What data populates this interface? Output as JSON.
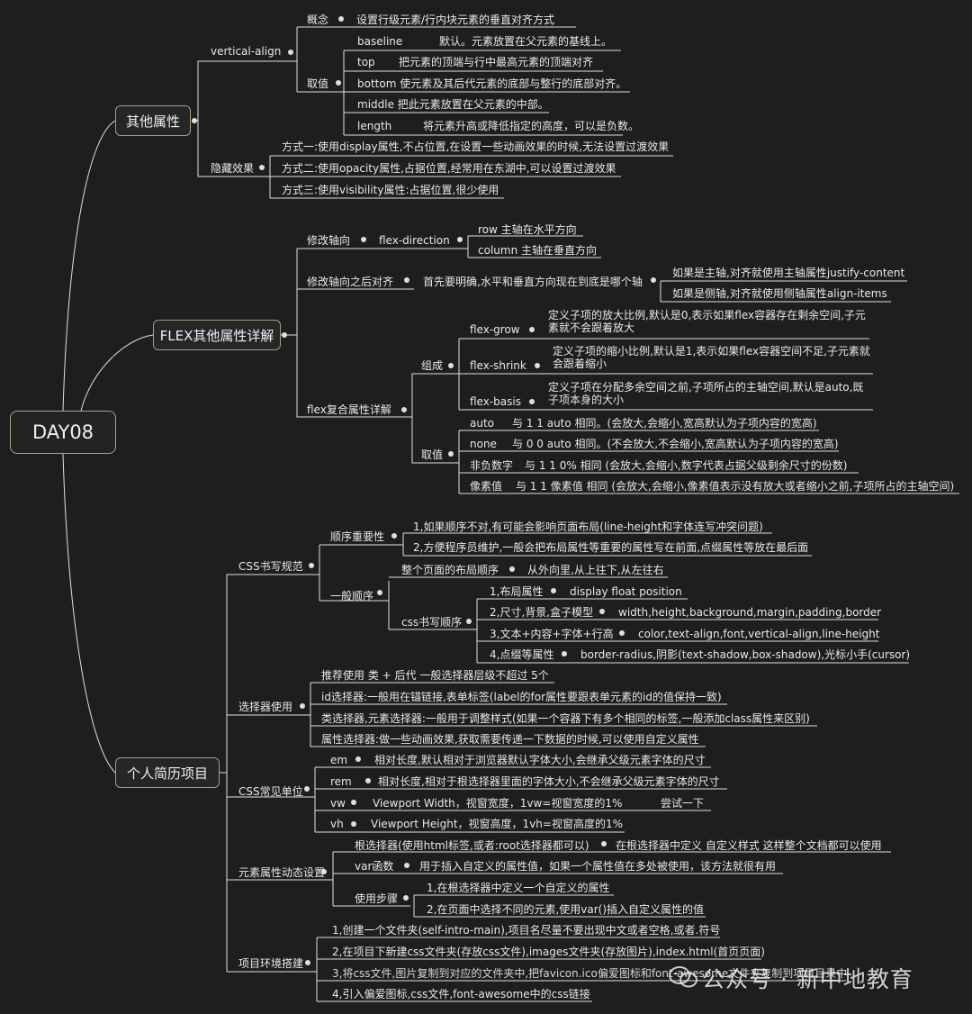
{
  "root": "DAY08",
  "branches": {
    "other": "其他属性",
    "flex": "FLEX其他属性详解",
    "resume": "个人简历项目"
  },
  "other": {
    "va": "vertical-align",
    "concept": "概念",
    "concept_text": "设置行级元素/行内块元素的垂直对齐方式",
    "values": "取值",
    "v_baseline_k": "baseline",
    "v_baseline_t": "默认。元素放置在父元素的基线上。",
    "v_top_k": "top",
    "v_top_t": "把元素的顶端与行中最高元素的顶端对齐",
    "v_bottom": "bottom 使元素及其后代元素的底部与整行的底部对齐。",
    "v_middle": "middle 把此元素放置在父元素的中部。",
    "v_length_k": "length",
    "v_length_t": "将元素升高或降低指定的高度，可以是负数。",
    "hide": "隐藏效果",
    "hide1": "方式一:使用display属性,不占位置,在设置一些动画效果的时候,无法设置过渡效果",
    "hide2": "方式二:使用opacity属性,占据位置,经常用在东湖中,可以设置过渡效果",
    "hide3": "方式三:使用visibility属性:占据位置,很少使用"
  },
  "flex": {
    "axis": "修改轴向",
    "fd": "flex-direction",
    "row": "row 主轴在水平方向",
    "column": "column 主轴在垂直方向",
    "after": "修改轴向之后对齐",
    "after_text": "首先要明确,水平和垂直方向现在到底是哪个轴",
    "main": "如果是主轴,对齐就使用主轴属性justify-content",
    "cross": "如果是侧轴,对齐就使用侧轴属性align-items",
    "compound": "flex复合属性详解",
    "compose": "组成",
    "grow": "flex-grow",
    "grow_text": "定义子项的放大比例,默认是0,表示如果flex容器存在剩余空间,子元素就不会跟着放大",
    "shrink": "flex-shrink",
    "shrink_text": "定义子项的缩小比例,默认是1,表示如果flex容器空间不足,子元素就会跟着缩小",
    "basis": "flex-basis",
    "basis_text": "定义子项在分配多余空间之前,子项所占的主轴空间,默认是auto,既子项本身的大小",
    "values": "取值",
    "auto_k": "auto",
    "auto_t": "与 1 1 auto 相同。(会放大,会缩小,宽高默认为子项内容的宽高)",
    "none_k": "none",
    "none_t": "与 0 0 auto 相同。(不会放大,不会缩小,宽高默认为子项内容的宽高)",
    "nonneg_k": "非负数字",
    "nonneg_t": "与 1 1 0%   相同 (会放大,会缩小,数字代表占据父级剩余尺寸的份数)",
    "px_k": "像素值",
    "px_t": "与 1 1 像素值 相同 (会放大,会缩小,像素值表示没有放大或者缩小之前,子项所占的主轴空间)"
  },
  "resume": {
    "spec": "CSS书写规范",
    "order_imp": "顺序重要性",
    "oi1": "1,如果顺序不对,有可能会影响页面布局(line-height和字体连写冲突问题)",
    "oi2": "2,方便程序员维护,一般会把布局属性等重要的属性写在前面,点缀属性等放在最后面",
    "gen_order": "一般顺序",
    "page_order": "整个页面的布局顺序",
    "page_order_t": "从外向里,从上往下,从左往右",
    "css_order": "css书写顺序",
    "c1_k": "1,布局属性",
    "c1_t": "display float  position",
    "c2_k": "2,尺寸,背景,盒子模型",
    "c2_t": "width,height,background,margin,padding,border",
    "c3_k": "3,文本+内容+字体+行高",
    "c3_t": "color,text-align,font,vertical-align,line-height",
    "c4_k": "4,点缀等属性",
    "c4_t": "border-radius,阴影(text-shadow,box-shadow),光标小手(cursor)",
    "sel": "选择器使用",
    "s1": "推荐使用 类 + 后代 一般选择器层级不超过 5个",
    "s2": "id选择器:一般用在锚链接,表单标签(label的for属性要跟表单元素的id的值保持一致)",
    "s3": "类选择器,元素选择器:一般用于调整样式(如果一个容器下有多个相同的标签,一般添加class属性来区别)",
    "s4": "属性选择器:做一些动画效果,获取需要传递一下数据的时候,可以使用自定义属性",
    "units": "CSS常见单位",
    "em_k": "em",
    "em_t": "相对长度,默认相对于浏览器默认字体大小,会继承父级元素字体的尺寸",
    "rem_k": "rem",
    "rem_t": "相对长度,相对于根选择器里面的字体大小,不会继承父级元素字体的尺寸",
    "vw_k": "vw",
    "vw_t": "Viewport Width，视窗宽度，1vw=视窗宽度的1%",
    "vw_note": "尝试一下",
    "vh_k": "vh",
    "vh_t": "Viewport Height，视窗高度，1vh=视窗高度的1%",
    "dyn": "元素属性动态设置",
    "root_sel": "根选择器(使用html标签,或者:root选择器都可以)",
    "root_sel_t": "在根选择器中定义 自定义样式  这样整个文档都可以使用",
    "var_k": "var函数",
    "var_t": "用于插入自定义的属性值，如果一个属性值在多处被使用，该方法就很有用",
    "steps": "使用步骤",
    "step1": "1,在根选择器中定义一个自定义的属性",
    "step2": "2,在页面中选择不同的元素,使用var()插入自定义属性的值",
    "env": "项目环境搭建",
    "e1": "1,创建一个文件夹(self-intro-main),项目名尽量不要出现中文或者空格,或者.符号",
    "e2": "2,在项目下新建css文件夹(存放css文件),images文件夹(存放图片),index.html(首页页面)",
    "e3": "3,将css文件,图片复制到对应的文件夹中,把favicon.ico偏爱图标和font-awesome文件夹复制到项目目录中",
    "e4": "4,引入偏爱图标,css文件,font-awesome中的css链接"
  },
  "watermark": "公众号 · 新中地教育",
  "colors": {
    "background": "#1e1e1e",
    "line": "#e0e0e0",
    "box_border": "#a89a7e"
  }
}
